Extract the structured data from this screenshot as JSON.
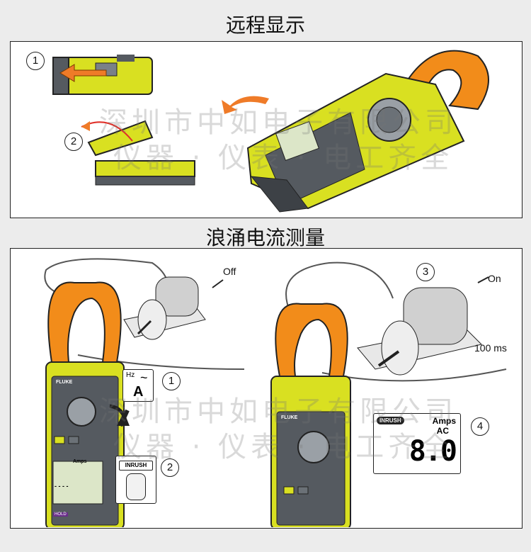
{
  "sections": {
    "remote_title": "远程显示",
    "inrush_title": "浪涌电流测量"
  },
  "remote": {
    "step1": "1",
    "step2": "2"
  },
  "inrush": {
    "step1": "1",
    "step2": "2",
    "step3": "3",
    "step4": "4",
    "off_label": "Off",
    "on_label": "On",
    "time_label": "100 ms",
    "hz_label": "Hz",
    "tilde": "~",
    "amp_symbol": "A",
    "inrush_key": "INRUSH",
    "display_badge": "INRUSH",
    "display_unit": "Amps",
    "display_mode": "AC",
    "display_value": "8.0",
    "brand": "FLUKE",
    "dashes": "- - - -",
    "hold_key": "HOLD"
  },
  "watermark": {
    "line1": "深圳市中如电子有限公司",
    "line2": "仪器 · 仪表 · 电工齐全"
  },
  "colors": {
    "meter_yellow": "#d9e021",
    "jaw_orange": "#f28c1a",
    "body_gray": "#555a60",
    "arrow_orange": "#ef7b28"
  }
}
